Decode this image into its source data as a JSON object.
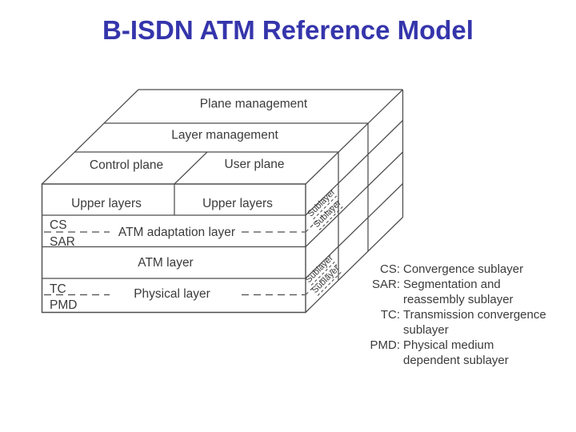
{
  "title": "B-ISDN ATM Reference Model",
  "diagram": {
    "top_face": {
      "plane_management": "Plane management",
      "layer_management": "Layer management",
      "control_plane": "Control plane",
      "user_plane": "User plane"
    },
    "front_face": {
      "upper_layers_left": "Upper layers",
      "upper_layers_right": "Upper layers",
      "cs": "CS",
      "sar": "SAR",
      "atm_adaptation_layer": "ATM adaptation layer",
      "atm_layer": "ATM layer",
      "tc": "TC",
      "pmd": "PMD",
      "physical_layer": "Physical layer"
    },
    "side_face": {
      "sublayers": [
        "Sublayer",
        "Sublayer",
        "Sublayer",
        "Sublayer"
      ]
    }
  },
  "legend": {
    "entries": [
      {
        "abbr": "CS:",
        "line1": "Convergence sublayer",
        "line2": ""
      },
      {
        "abbr": "SAR:",
        "line1": "Segmentation and",
        "line2": "reassembly sublayer"
      },
      {
        "abbr": "TC:",
        "line1": "Transmission convergence",
        "line2": "sublayer"
      },
      {
        "abbr": "PMD:",
        "line1": "Physical medium",
        "line2": "dependent sublayer"
      }
    ]
  },
  "colors": {
    "title": "#3535AC",
    "line": "#4d4d4d",
    "text": "#3b3b3b",
    "background": "#ffffff"
  }
}
